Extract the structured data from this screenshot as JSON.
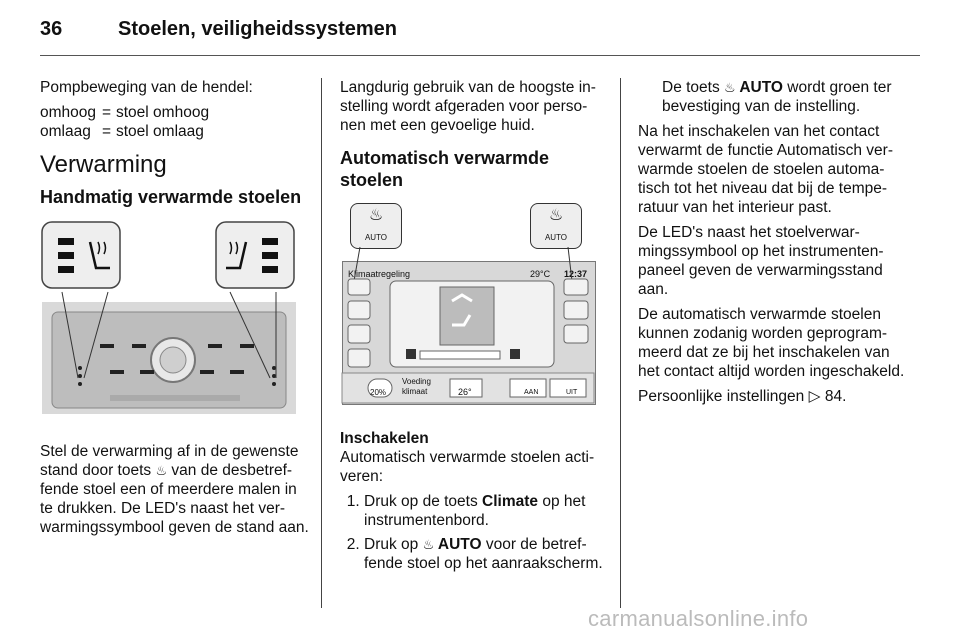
{
  "header": {
    "page_number": "36",
    "title": "Stoelen, veiligheidssystemen"
  },
  "col1": {
    "intro": "Pompbeweging van de hendel:",
    "defs": [
      {
        "term": "omhoog",
        "eq": "=",
        "desc": "stoel omhoog"
      },
      {
        "term": "omlaag",
        "eq": "=",
        "desc": "stoel omlaag"
      }
    ],
    "heading": "Verwarming",
    "subheading": "Handmatig verwarmde stoelen",
    "para": "Stel de verwarming af in de gewenste stand door toets ",
    "para_b": " van de desbetref­fende stoel een of meerdere malen in te drukken. De LED's naast het ver­warmingssymbool geven de stand aan."
  },
  "col2": {
    "para": "Langdurig gebruik van de hoogste in­stelling wordt afgeraden voor perso­nen met een gevoelige huid.",
    "heading": "Automatisch verwarmde stoelen",
    "screen": {
      "title": "Klimaatregeling",
      "temp_out": "29°C",
      "time": "12:37",
      "auto_left": "AUTO",
      "auto_right": "AUTO",
      "fan_pct": "20%",
      "voeding": "Voeding",
      "klimaat": "klimaat",
      "set_temp": "26°",
      "aan": "AAN",
      "uit": "UIT"
    },
    "subheading": "Inschakelen",
    "intro": "Automatisch verwarmde stoelen acti­veren:",
    "steps": [
      {
        "pre": "Druk op de toets ",
        "bold": "Climate",
        "post": " op het instrumentenbord."
      },
      {
        "pre": "Druk op ",
        "bold": "AUTO",
        "post": " voor de betref­fende stoel op het aanraak­scherm."
      }
    ]
  },
  "col3": {
    "p1_pre": "De toets ",
    "p1_bold": "AUTO",
    "p1_post": " wordt groen ter bevestiging van de instelling.",
    "p2": "Na het inschakelen van het contact verwarmt de functie Automatisch ver­warmde stoelen de stoelen automa­tisch tot het niveau dat bij de tempe­ratuur van het interieur past.",
    "p3": "De LED's naast het stoelverwar­mingssymbool op het instrumenten­paneel geven de verwarmingsstand aan.",
    "p4": "De automatisch verwarmde stoelen kunnen zodanig worden geprogram­meerd dat ze bij het inschakelen van het contact altijd worden ingescha­keld.",
    "p5_pre": "Persoonlijke instellingen ",
    "p5_ref": "84."
  },
  "watermark": "carmanualsonline.info"
}
